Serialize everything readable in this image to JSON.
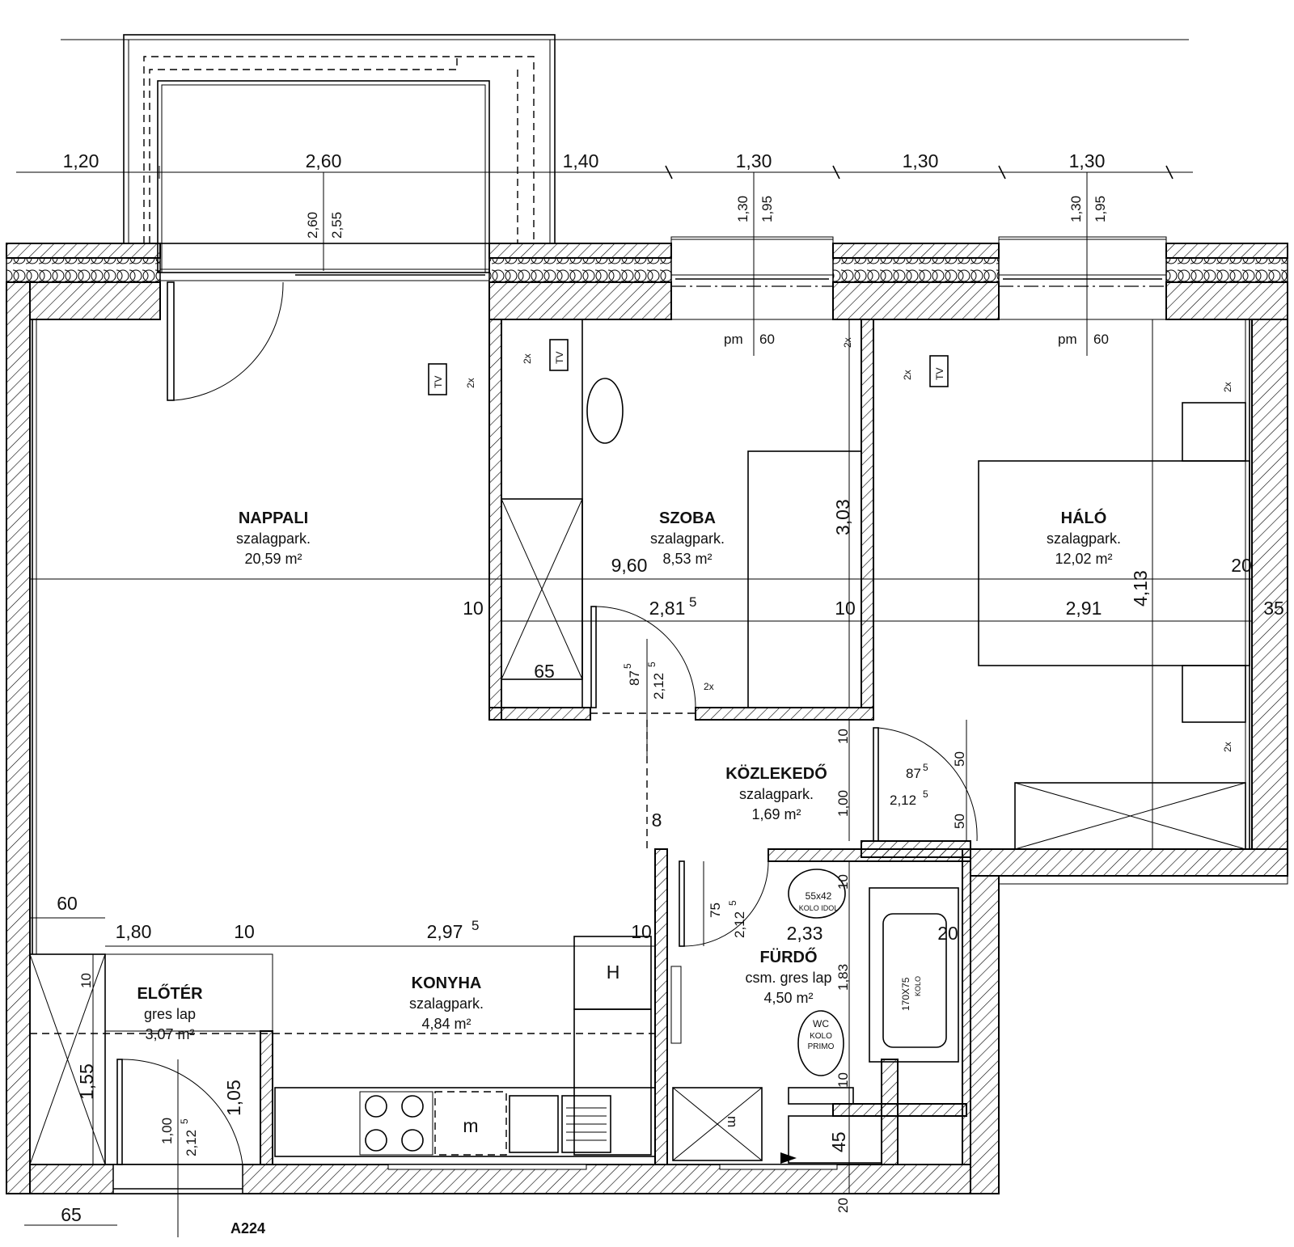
{
  "plan_code": "A224",
  "rooms": {
    "nappali": {
      "name": "NAPPALI",
      "floor": "szalagpark.",
      "area": "20,59 m²"
    },
    "szoba": {
      "name": "SZOBA",
      "floor": "szalagpark.",
      "area": "8,53 m²"
    },
    "halo": {
      "name": "HÁLÓ",
      "floor": "szalagpark.",
      "area": "12,02 m²"
    },
    "kozlekedo": {
      "name": "KÖZLEKEDŐ",
      "floor": "szalagpark.",
      "area": "1,69 m²"
    },
    "konyha": {
      "name": "KONYHA",
      "floor": "szalagpark.",
      "area": "4,84 m²"
    },
    "eloter": {
      "name": "ELŐTÉR",
      "floor": "gres lap",
      "area": "3,07 m²"
    },
    "furdo": {
      "name": "FÜRDŐ",
      "floor": "csm. gres lap",
      "area": "4,50 m²"
    }
  },
  "top_dims": [
    "1,20",
    "2,60",
    "1,40",
    "1,30",
    "1,30",
    "1,30"
  ],
  "window_dims": {
    "balcony": [
      "2,60",
      "2,55"
    ],
    "w1": [
      "1,30",
      "1,95"
    ],
    "w2": [
      "1,30",
      "1,95"
    ],
    "pm1": "pm",
    "pm1v": "60",
    "pm2": "pm",
    "pm2v": "60"
  },
  "inner_dims": {
    "d_960": "9,60",
    "d_10a": "10",
    "d_281": "2,81",
    "d_281s": "5",
    "d_10b": "10",
    "d_291": "2,91",
    "d_20a": "20",
    "d_35": "35",
    "d_303": "3,03",
    "d_413": "4,13",
    "d_65a": "65",
    "d_875a": "87",
    "d_875as": "5",
    "d_2125a": "2,12",
    "d_2125as": "5",
    "d_10c": "10",
    "d_100a": "1,00",
    "d_50a": "50",
    "d_50b": "50",
    "d_875b": "87",
    "d_875bs": "5",
    "d_2125b": "2,12",
    "d_2125bs": "5",
    "d_8": "8",
    "d_75": "75",
    "d_2125c": "2,12",
    "d_2125cs": "5",
    "d_233": "2,33",
    "d_20b": "20",
    "d_183": "1,83",
    "d_10d": "10",
    "d_10e": "10",
    "d_45": "45",
    "d_20c": "20",
    "d_60": "60",
    "d_180": "1,80",
    "d_10f": "10",
    "d_2975": "2,97",
    "d_2975s": "5",
    "d_10g": "10",
    "d_10h": "10",
    "d_155": "1,55",
    "d_105": "1,05",
    "d_100b": "1,00",
    "d_2125d": "2,12",
    "d_2125ds": "5",
    "d_65b": "65"
  },
  "fixtures": {
    "tv": "TV",
    "socket": "2x",
    "hood": "H",
    "micro": "m",
    "sink_label": "55x42",
    "sink_brand": "KOLO IDOL",
    "tub_size": "170X75",
    "tub_brand": "KOLO",
    "wc1": "WC",
    "wc2": "KOLO",
    "wc3": "PRIMO",
    "shower_m": "m"
  }
}
